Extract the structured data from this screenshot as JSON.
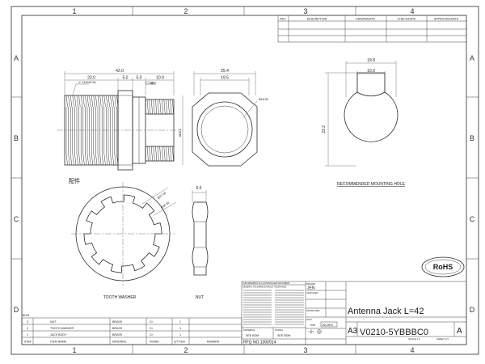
{
  "zones": {
    "top": [
      "1",
      "2",
      "3",
      "4"
    ],
    "side": [
      "A",
      "B",
      "C",
      "D"
    ]
  },
  "revision_block": {
    "headers": [
      "REV",
      "DESCRIPTION",
      "DRAWN/DATE",
      "CHECK/DATE",
      "APPROVED/DATE"
    ]
  },
  "connector": {
    "thread_label": "1\"-14UNS-2A",
    "dims": {
      "overall": "42.0",
      "thread": "20.0",
      "flange_a": "5.0",
      "flange_b": "5.0",
      "rear": "10.0",
      "diameter": "Ø28.0"
    },
    "rear_thread_note": "螺纹",
    "caption_cn": "配件"
  },
  "front_view": {
    "width_outer": "25.4",
    "width_inner": "19.5",
    "diameter": "Ø18.50"
  },
  "mounting_hole": {
    "width_outer": "19.8",
    "width_inner": "10.0",
    "height": "23.2",
    "caption": "RECOMMENDED MOUNTING HOLE"
  },
  "washer": {
    "outer_dia": "Ø35.00",
    "inner_dia": "Ø27.00",
    "caption": "TOOTH WASHER"
  },
  "nut": {
    "thickness": "6.5",
    "caption": "NUT"
  },
  "rohs": "RoHS",
  "bom": {
    "title": "BOM",
    "rows": [
      {
        "item": "3",
        "name": "NUT",
        "material": "BRASS",
        "finish": "Cr.",
        "qty": "1",
        "remark": ""
      },
      {
        "item": "2",
        "name": "TOOTH WASHER",
        "material": "BRASS",
        "finish": "Cr.",
        "qty": "1",
        "remark": ""
      },
      {
        "item": "1",
        "name": "JACK BODY",
        "material": "BRASS",
        "finish": "Cr.",
        "qty": "1",
        "remark": ""
      }
    ],
    "headers": {
      "item": "ITEM",
      "name": "ITEM NAME",
      "material": "MATERIAL",
      "finish": "FINISH",
      "qty": "Q'TY/EA",
      "remark": "REMARK"
    }
  },
  "title_block": {
    "title": "Antenna Jack L=42",
    "part_no": "V0210-5YBBBC0",
    "size": "A3",
    "rev": "A",
    "drawn_label": "DRAWN",
    "drawn_by": "JEN",
    "checked_label": "CHECKED",
    "approved_label": "APPROVED",
    "unit_label": "UNIT",
    "unit_mm": "mm",
    "unit_inch": "INCHES",
    "material_label": "MATERIAL",
    "material": "SEE BOM",
    "finish_label": "FINISH",
    "finish": "SEE BOM",
    "rfq": "RFQ NO:1000914",
    "scale": "SCALE 1:1",
    "sheet": "SHEET 1/1",
    "tol_header": "THIS DRAWING IS A CONTROLLED DOCUMENT",
    "tol_general": "GENERAL TOLERANCE",
    "tol_angle": "ANGLE TOLERANCE"
  }
}
